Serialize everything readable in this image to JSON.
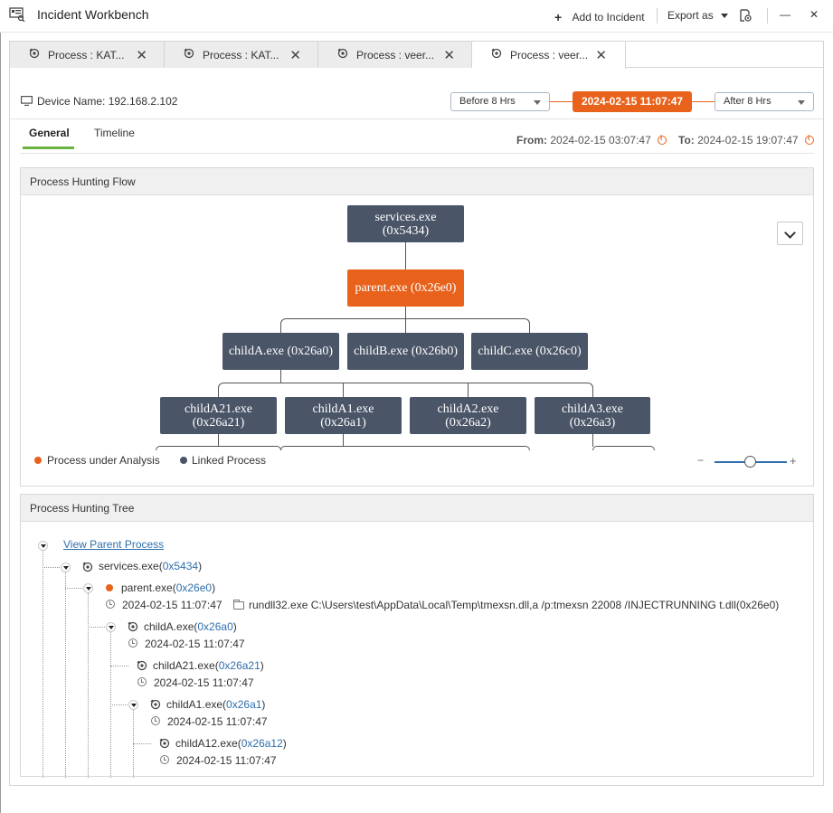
{
  "window": {
    "title": "Incident Workbench",
    "add_to_incident": "Add to Incident",
    "export_as": "Export as",
    "minimize": "—",
    "close": "✕"
  },
  "tabs": [
    {
      "label": "Process : KAT...",
      "close": "✕"
    },
    {
      "label": "Process : KAT...",
      "close": "✕"
    },
    {
      "label": "Process : veer...",
      "close": "✕"
    },
    {
      "label": "Process : veer...",
      "close": "✕",
      "active": true
    }
  ],
  "device": {
    "label": "Device Name: 192.168.2.102"
  },
  "time_range": {
    "before": "Before 8 Hrs",
    "current": "2024-02-15 11:07:47",
    "after": "After 8 Hrs"
  },
  "subtabs": {
    "general": "General",
    "timeline": "Timeline"
  },
  "range": {
    "from_label": "From:",
    "from_value": "2024-02-15 03:07:47",
    "to_label": "To:",
    "to_value": "2024-02-15 19:07:47"
  },
  "flow": {
    "title": "Process Hunting Flow",
    "nodes": {
      "services": {
        "name": "services.exe",
        "id": "(0x5434)"
      },
      "parent": {
        "name": "parent.exe (0x26e0)"
      },
      "childA": {
        "name": "childA.exe (0x26a0)"
      },
      "childB": {
        "name": "childB.exe (0x26b0)"
      },
      "childC": {
        "name": "childC.exe (0x26c0)"
      },
      "childA21": {
        "name": "childA21.exe",
        "id": "(0x26a21)"
      },
      "childA1": {
        "name": "childA1.exe",
        "id": "(0x26a1)"
      },
      "childA2": {
        "name": "childA2.exe",
        "id": "(0x26a2)"
      },
      "childA3": {
        "name": "childA3.exe",
        "id": "(0x26a3)"
      }
    },
    "legend": {
      "analysis": "Process under Analysis",
      "linked": "Linked Process"
    },
    "zoom": {
      "minus": "−",
      "plus": "+",
      "level": 0.5
    },
    "colors": {
      "analysis": "#e8621c",
      "linked": "#4a5568"
    }
  },
  "tree": {
    "title": "Process Hunting Tree",
    "view_parent": "View Parent Process",
    "rows": {
      "services": {
        "name": "services.exe(",
        "id": "0x5434",
        "close": ")"
      },
      "parent": {
        "name": "parent.exe(",
        "id": "0x26e0",
        "close": ")",
        "time": "2024-02-15 11:07:47",
        "cmd": "rundll32.exe C:\\Users\\test\\AppData\\Local\\Temp\\tmexsn.dll,a /p:tmexsn 22008 /INJECTRUNNING t.dll(0x26e0)"
      },
      "childA": {
        "name": "childA.exe(",
        "id": "0x26a0",
        "close": ")",
        "time": "2024-02-15 11:07:47"
      },
      "childA21": {
        "name": "childA21.exe(",
        "id": "0x26a21",
        "close": ")",
        "time": "2024-02-15 11:07:47"
      },
      "childA1": {
        "name": "childA1.exe(",
        "id": "0x26a1",
        "close": ")",
        "time": "2024-02-15 11:07:47"
      },
      "childA12": {
        "name": "childA12.exe(",
        "id": "0x26a12",
        "close": ")",
        "time": "2024-02-15 11:07:47"
      }
    }
  }
}
